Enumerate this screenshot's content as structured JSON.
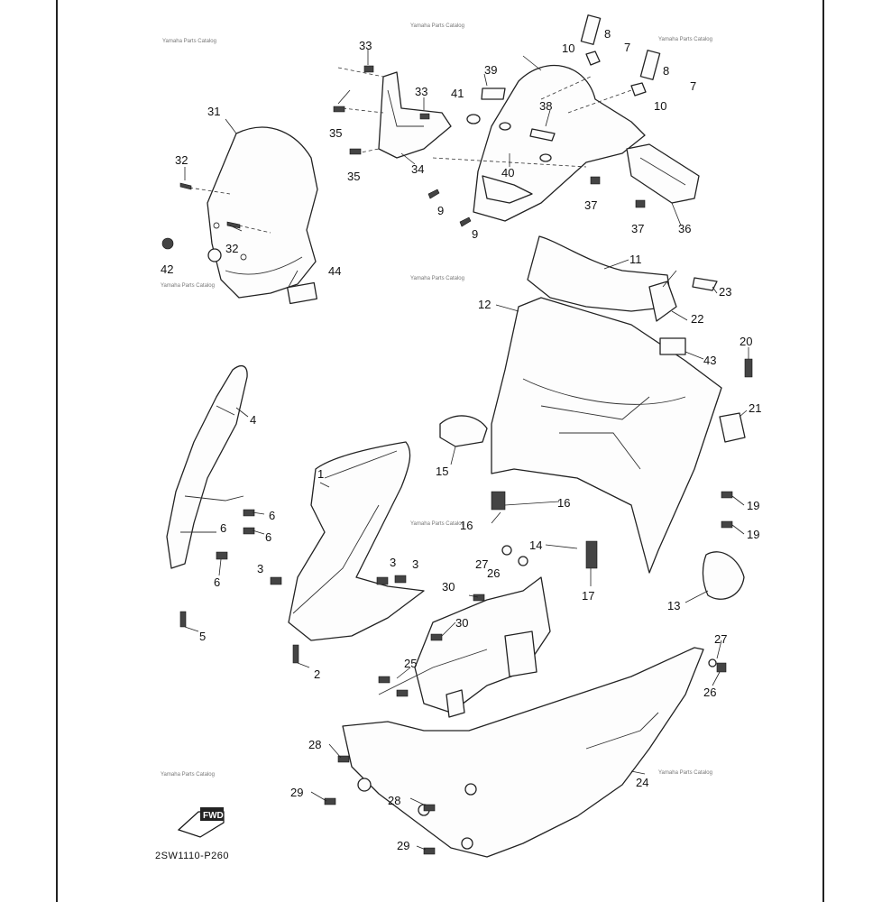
{
  "diagram": {
    "drawing_code": "2SW1110-P260",
    "watermark_text": "Yamaha Parts Catalog",
    "front_badge": "FWD",
    "callouts": [
      "1",
      "2",
      "3",
      "3",
      "3",
      "4",
      "5",
      "6",
      "6",
      "6",
      "6",
      "7",
      "7",
      "8",
      "8",
      "9",
      "9",
      "10",
      "10",
      "11",
      "12",
      "13",
      "14",
      "15",
      "16",
      "16",
      "17",
      "19",
      "19",
      "20",
      "21",
      "22",
      "23",
      "24",
      "25",
      "26",
      "26",
      "27",
      "27",
      "28",
      "28",
      "29",
      "29",
      "30",
      "30",
      "31",
      "32",
      "32",
      "33",
      "33",
      "34",
      "35",
      "35",
      "36",
      "37",
      "37",
      "38",
      "39",
      "40",
      "41",
      "42",
      "43",
      "44"
    ]
  }
}
